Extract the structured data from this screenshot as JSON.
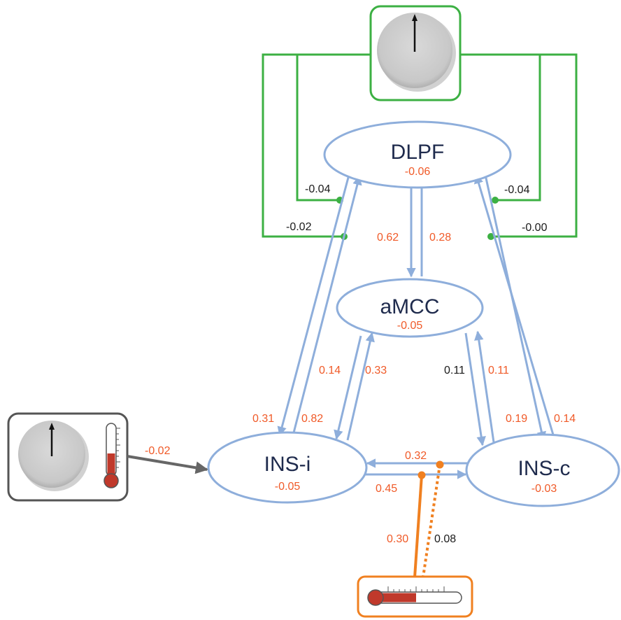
{
  "colors": {
    "node_stroke": "#8eaedb",
    "node_text": "#1f2b4d",
    "value_text": "#f05a28",
    "modulator_green": "#3cb043",
    "modulator_orange": "#f08020",
    "input_gray": "#666666",
    "thermometer_red": "#c0392b"
  },
  "nodes": {
    "dlpf": {
      "name": "DLPF",
      "self": "-0.06"
    },
    "amcc": {
      "name": "aMCC",
      "self": "-0.05"
    },
    "ins_i": {
      "name": "INS-i",
      "self": "-0.05"
    },
    "ins_c": {
      "name": "INS-c",
      "self": "-0.03"
    }
  },
  "edges": {
    "dlpf_to_amcc": "0.62",
    "amcc_to_dlpf": "0.28",
    "amcc_to_insi": "0.14",
    "insi_to_amcc": "0.33",
    "amcc_to_insc_black": "0.11",
    "insc_to_amcc": "0.11",
    "dlpf_to_insi": "0.31",
    "insi_to_dlpf": "0.82",
    "dlpf_to_insc": "0.19",
    "insc_to_dlpf": "0.14",
    "insc_to_insi": "0.32",
    "insi_to_insc": "0.45"
  },
  "modulators": {
    "clock_top": {
      "icon": "clock-icon",
      "left_inner": "-0.04",
      "left_outer": "-0.02",
      "right_inner": "-0.04",
      "right_outer": "-0.00"
    },
    "input_box": {
      "icons": [
        "clock-icon",
        "thermometer-icon"
      ],
      "to_insi": "-0.02"
    },
    "thermo_bottom": {
      "icon": "thermometer-icon",
      "solid": "0.30",
      "dotted": "0.08"
    }
  }
}
